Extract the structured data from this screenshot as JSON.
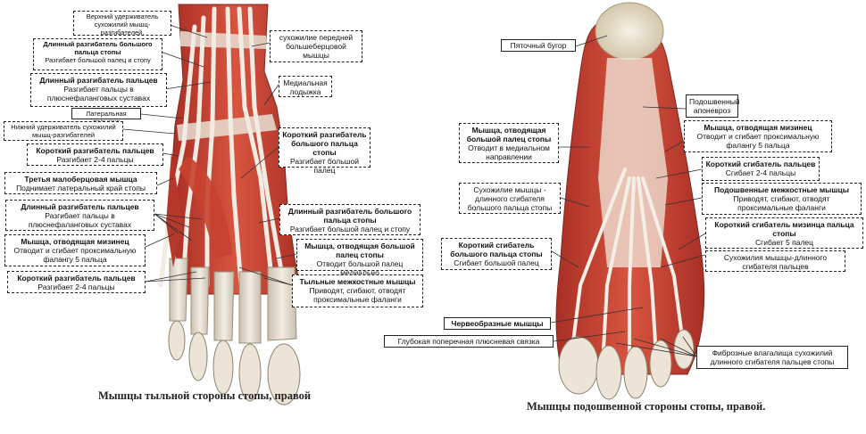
{
  "colors": {
    "muscle": "#c23a2e",
    "muscle_light": "#e07a62",
    "tendon": "#ece6dc",
    "bone": "#e6dfd2",
    "bone_shadow": "#b7ab96",
    "leader": "#333333"
  },
  "left_labels": {
    "l1": {
      "text": "Верхний удерживатель сухожилий мышц-разгибателей."
    },
    "l2": {
      "title": "Длинный разгибатель большого пальца стопы",
      "desc": "Разгибает большой палец и стопу"
    },
    "l3": {
      "title": "Длинный разгибатель пальцев",
      "desc": "Разгибает пальцы в плюснефаланговых суставах"
    },
    "l4": {
      "text": "Латеральная лодыжка"
    },
    "l5": {
      "text": "Нижний удерживатель сухожилий мышц-разгибателей"
    },
    "l6": {
      "title": "Короткий разгибатель пальцев",
      "desc": "Разгибает 2-4 пальцы"
    },
    "l7": {
      "title": "Третья малоберцовая мышца",
      "desc": "Поднимает латеральный край стопы"
    },
    "l8": {
      "title": "Длинный разгибатель пальцев",
      "desc": "Разгибает пальцы в плюснефаланговых суставах"
    },
    "l9": {
      "title": "Мышца, отводящая мизинец",
      "desc": "Отводит и сгибает проксимальную фалангу 5 пальца"
    },
    "l10": {
      "title": "Короткий разгибатель пальцев",
      "desc": "Разгибает 2-4 пальцы"
    },
    "r1": {
      "text": "сухожилие передней большеберцовой мышцы"
    },
    "r2": {
      "text": "Медиальная лодыжка"
    },
    "r3": {
      "title": "Короткий разгибатель большого пальца стопы",
      "desc": "Разгибает большой палец"
    },
    "r4": {
      "title": "Длинный разгибатель большого пальца стопы",
      "desc": "Разгибает большой палец и стопу"
    },
    "r5": {
      "title": "Мышца, отводящая большой палец стопы",
      "desc": "Отводит большой палец медиально"
    },
    "r6": {
      "title": "Тыльные межкостные мышцы",
      "desc": "Приводят, сгибают, отводят проксимальные фаланги"
    }
  },
  "right_labels": {
    "p1": {
      "text": "Пяточный бугор"
    },
    "p2": {
      "title": "Мышца, отводящая большой палец стопы",
      "desc": "Отводит в медиальном направлении"
    },
    "p3": {
      "text": "Сухожилие мышцы - длинного сгибателя большого пальца стопы"
    },
    "p4": {
      "title": "Короткий сгибатель большого пальца стопы",
      "desc": "Сгибает большой палец"
    },
    "p5": {
      "text": "Червеобразные мышцы"
    },
    "p6": {
      "text": "Глубокая поперечная плюсневая связка"
    },
    "q1": {
      "text": "Подошвенный апоневроз"
    },
    "q2": {
      "title": "Мышца, отводящая мизинец",
      "desc": "Отводит и сгибает проксимальную фалангу 5 пальца"
    },
    "q3": {
      "title": "Короткий сгибатель пальцев",
      "desc": "Сгибает 2-4 пальцы"
    },
    "q4": {
      "title": "Подошвенные межкостные мышцы",
      "desc": "Приводят, сгибают, отводят проксимальные фаланги"
    },
    "q5": {
      "title": "Короткий сгибатель мизинца пальца стопы",
      "desc": "Сгибает 5 палец"
    },
    "q6": {
      "text": "Сухожилия мышцы-длинного сгибателя пальцев"
    },
    "q7": {
      "text": "Фиброзные влагалища сухожилий длинного сгибателя пальцев стопы"
    }
  },
  "captions": {
    "left": "Мышцы тыльной стороны стопы, правой",
    "right": "Мышцы подошвенной стороны стопы, правой."
  }
}
